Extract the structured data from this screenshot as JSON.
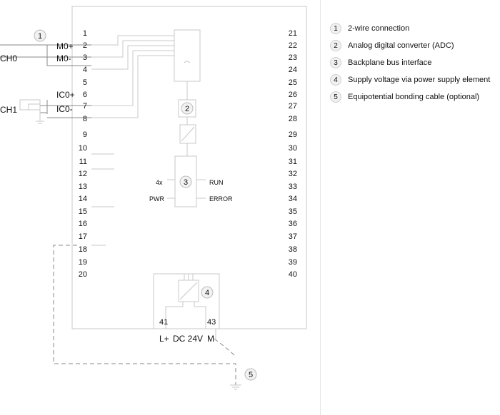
{
  "diagram": {
    "pins_left": [
      "1",
      "2",
      "3",
      "4",
      "5",
      "6",
      "7",
      "8",
      "9",
      "10",
      "11",
      "12",
      "13",
      "14",
      "15",
      "16",
      "17",
      "18",
      "19",
      "20"
    ],
    "pins_right": [
      "21",
      "22",
      "23",
      "24",
      "25",
      "26",
      "27",
      "28",
      "29",
      "30",
      "31",
      "32",
      "33",
      "34",
      "35",
      "36",
      "37",
      "38",
      "39",
      "40"
    ],
    "channels": {
      "ch0": "CH0",
      "ch1": "CH1"
    },
    "signals": {
      "m0_plus": "M0+",
      "m0_minus": "M0-",
      "ic0_plus": "IC0+",
      "ic0_minus": "IC0-"
    },
    "leds": {
      "count": "4x",
      "run": "RUN",
      "pwr": "PWR",
      "error": "ERROR"
    },
    "power_pins": {
      "lplus_pin": "41",
      "m_pin": "43"
    },
    "power_labels": {
      "lplus": "L+",
      "dc": "DC 24V",
      "m": "M"
    },
    "callouts": [
      "1",
      "2",
      "3",
      "4",
      "5"
    ]
  },
  "legend": {
    "items": [
      {
        "num": "1",
        "text": "2-wire connection"
      },
      {
        "num": "2",
        "text": "Analog digital converter (ADC)"
      },
      {
        "num": "3",
        "text": "Backplane bus interface"
      },
      {
        "num": "4",
        "text": "Supply voltage via power supply element"
      },
      {
        "num": "5",
        "text": "Equipotential bonding cable (optional)"
      }
    ]
  }
}
